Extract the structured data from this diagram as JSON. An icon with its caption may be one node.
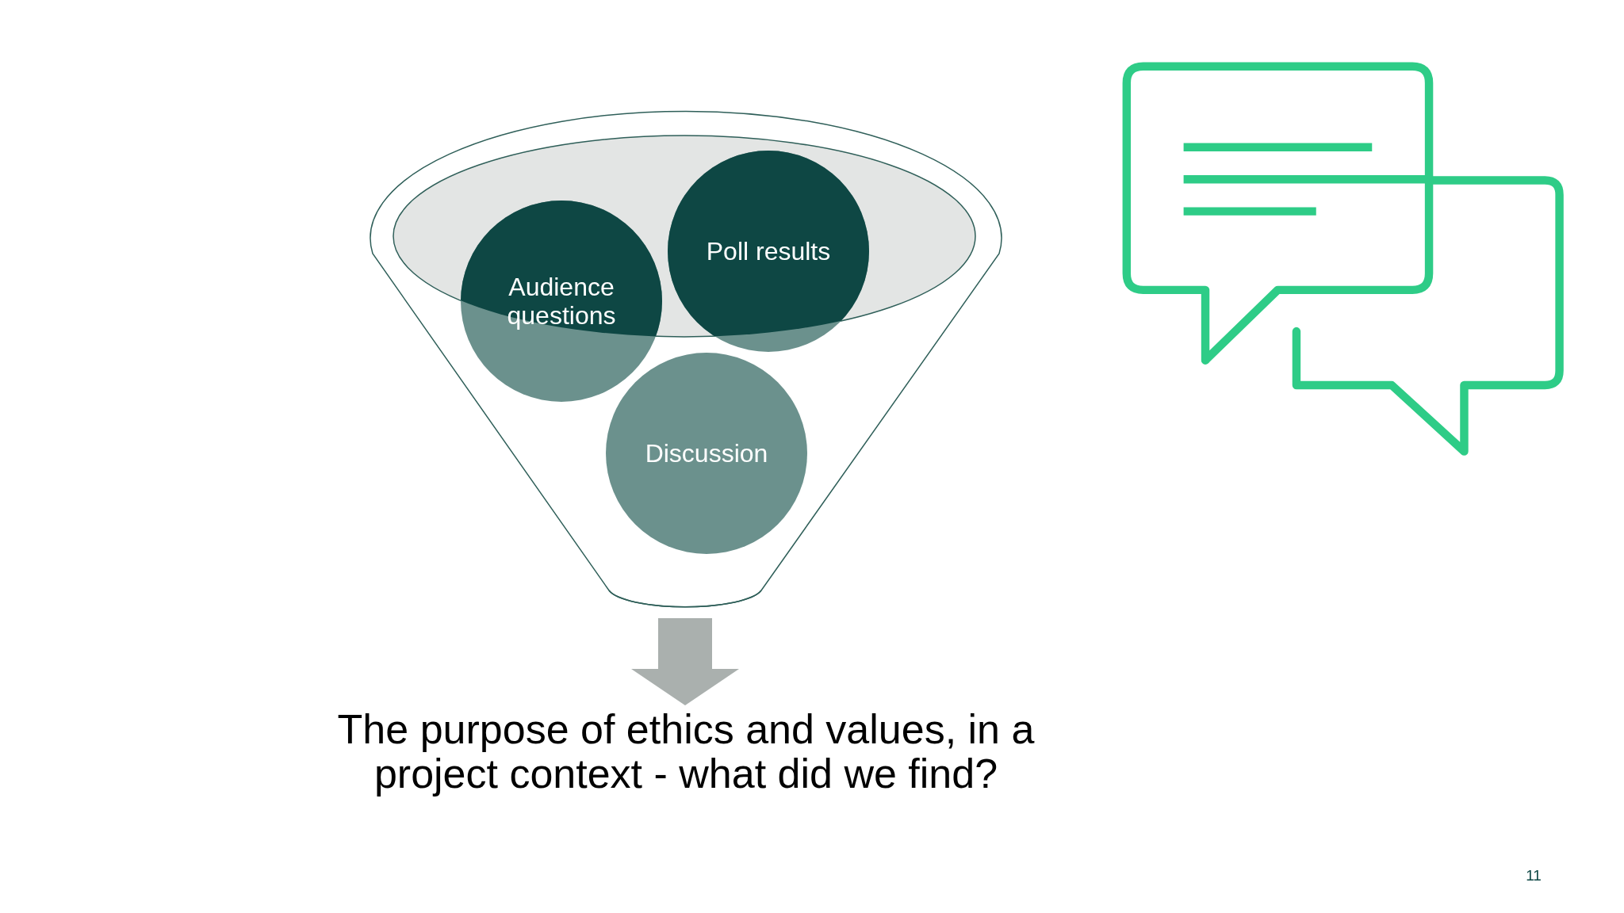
{
  "diagram": {
    "nodes": [
      {
        "text": [],
        "shape": "funnel"
      },
      {
        "text": [
          "Audience questions"
        ],
        "in": 0
      },
      {
        "text": [
          "Poll results"
        ],
        "in": 0
      },
      {
        "text": [
          "Discussion"
        ],
        "in": 0
      },
      {
        "text": [
          "The purpose of ethics and values, in a project context - what did we find?"
        ]
      }
    ],
    "edges": [
      {
        "from": 0,
        "to": 4,
        "arrow": "to"
      }
    ],
    "labels": [
      "11"
    ]
  }
}
